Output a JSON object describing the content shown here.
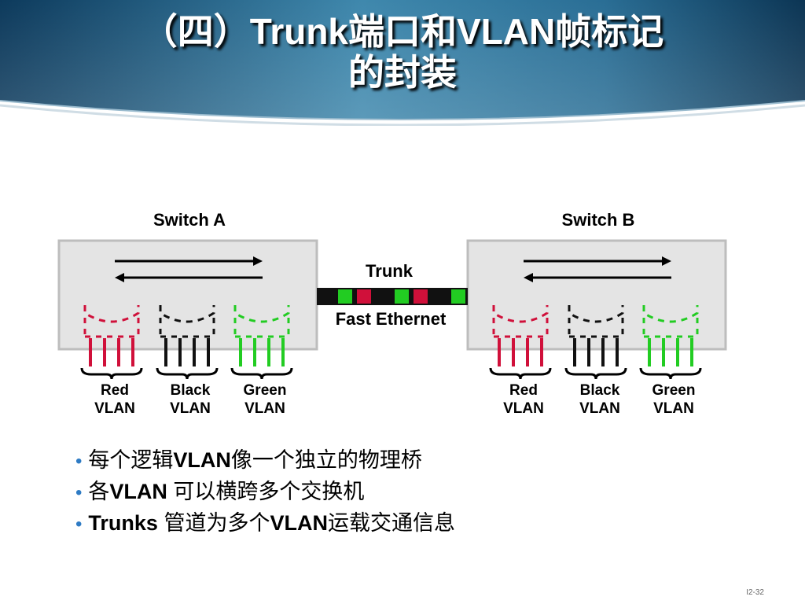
{
  "slide": {
    "title_line1": "（四）Trunk端口和VLAN帧标记",
    "title_line2": "的封装",
    "page_number": "I2-32"
  },
  "diagram": {
    "switch_a": "Switch A",
    "switch_b": "Switch B",
    "trunk_label": "Trunk",
    "link_label": "Fast Ethernet",
    "vlans": [
      {
        "line1": "Red",
        "line2": "VLAN",
        "color": "#d0103a"
      },
      {
        "line1": "Black",
        "line2": "VLAN",
        "color": "#111111"
      },
      {
        "line1": "Green",
        "line2": "VLAN",
        "color": "#22cc22"
      }
    ],
    "trunk_segment_colors": [
      "#111111",
      "#22cc22",
      "#d0103a",
      "#111111",
      "#22cc22",
      "#d0103a",
      "#111111",
      "#22cc22"
    ]
  },
  "bullets": [
    {
      "bold": "",
      "pre": "每个逻辑",
      "bold2": "VLAN",
      "post": "像一个独立的物理桥"
    },
    {
      "bold": "",
      "pre": "各",
      "bold2": "VLAN",
      "post": " 可以横跨多个交换机"
    },
    {
      "bold": "Trunks",
      "pre": " 管道为多个",
      "bold2": "VLAN",
      "post": "运载交通信息"
    }
  ],
  "colors": {
    "header_dark": "#0d3a5c",
    "header_light": "#4a8fb2",
    "switch_fill": "#e4e4e4",
    "bullet_dot": "#2e7bc4"
  }
}
